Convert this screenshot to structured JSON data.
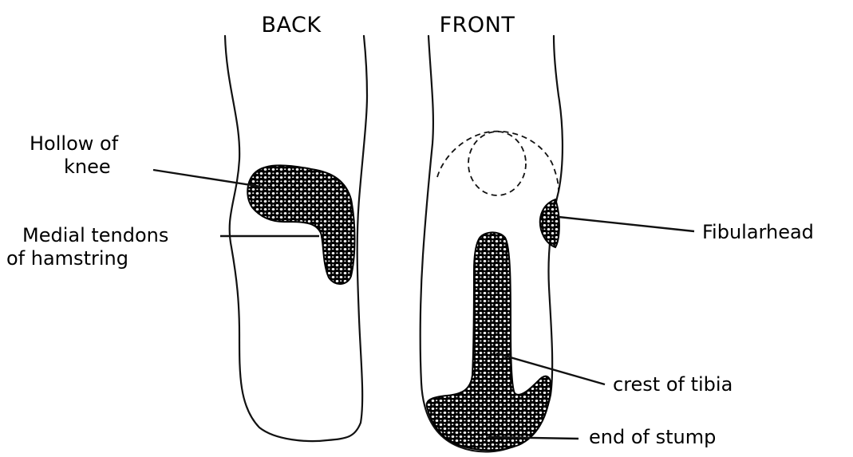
{
  "views": {
    "back": "BACK",
    "front": "FRONT"
  },
  "labels": {
    "hollow_of_knee": [
      "Hollow of",
      "knee"
    ],
    "medial_tendons": [
      "Medial tendons",
      "of hamstring"
    ],
    "fibular_head": "Fibularhead",
    "crest_of_tibia": "crest of tibia",
    "end_of_stump": "end of stump"
  },
  "colors": {
    "ink": "#000000",
    "paper": "#ffffff"
  }
}
